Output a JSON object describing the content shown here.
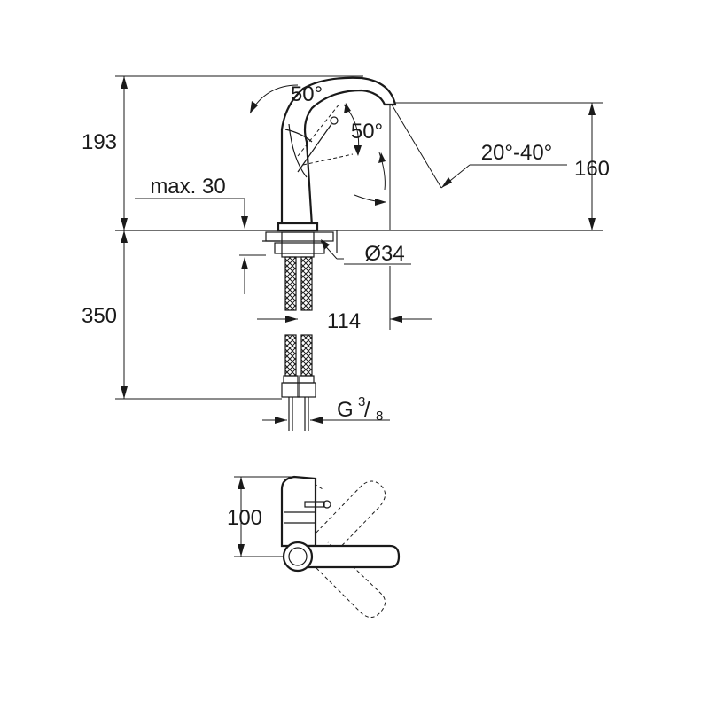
{
  "dimensions": {
    "height_top": "193",
    "spout_height": "160",
    "max_thickness": "max. 30",
    "lever_angle_1": "50°",
    "lever_angle_2": "50°",
    "spout_angle": "20°-40°",
    "hole_diameter": "Ø34",
    "hose_length": "350",
    "spout_reach": "114",
    "connection": "G",
    "connection_num": "3",
    "connection_den": "8",
    "plan_depth": "100"
  },
  "colors": {
    "line": "#1a1a1a",
    "background": "#ffffff"
  }
}
